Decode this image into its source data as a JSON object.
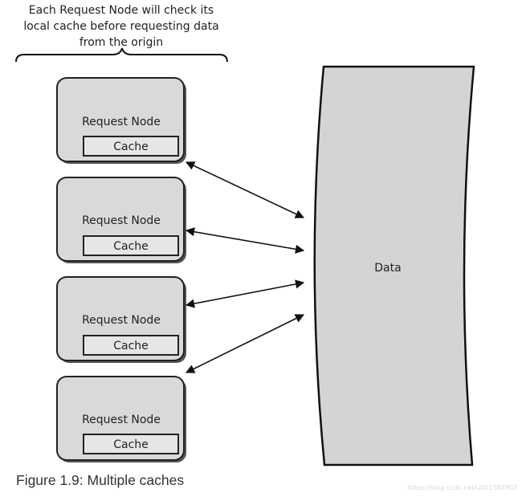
{
  "annotation": {
    "lines": [
      "Each Request Node will check its",
      "local cache before requesting data",
      "from the origin"
    ]
  },
  "request_nodes": [
    {
      "label": "Request Node",
      "cache_label": "Cache"
    },
    {
      "label": "Request Node",
      "cache_label": "Cache"
    },
    {
      "label": "Request Node",
      "cache_label": "Cache"
    },
    {
      "label": "Request Node",
      "cache_label": "Cache"
    }
  ],
  "data_store": {
    "label": "Data"
  },
  "caption": "Figure 1.9: Multiple caches",
  "watermark": "https://blog.csdn.net/u011583902",
  "colors": {
    "node_fill": "#d9d9d9",
    "cache_fill": "#e6e6e6",
    "data_fill": "#d4d4d4",
    "stroke": "#222222"
  }
}
